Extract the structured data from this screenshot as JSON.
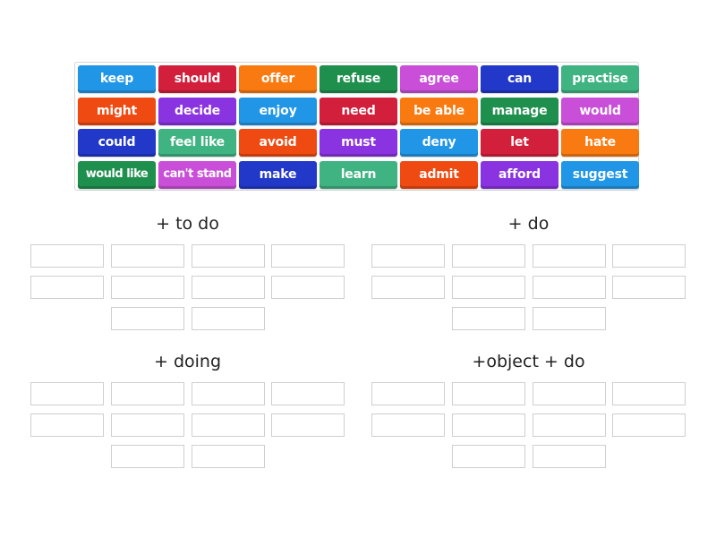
{
  "word_bank": {
    "tiles": [
      {
        "label": "keep",
        "color": "#2196e6"
      },
      {
        "label": "should",
        "color": "#d21f3c"
      },
      {
        "label": "offer",
        "color": "#f97a10"
      },
      {
        "label": "refuse",
        "color": "#1f8f4e"
      },
      {
        "label": "agree",
        "color": "#c94fd8"
      },
      {
        "label": "can",
        "color": "#2238c8"
      },
      {
        "label": "practise",
        "color": "#3fb382"
      },
      {
        "label": "might",
        "color": "#ef4a12"
      },
      {
        "label": "decide",
        "color": "#8a33e0"
      },
      {
        "label": "enjoy",
        "color": "#2196e6"
      },
      {
        "label": "need",
        "color": "#d21f3c"
      },
      {
        "label": "be able",
        "color": "#f97a10"
      },
      {
        "label": "manage",
        "color": "#1f8f4e"
      },
      {
        "label": "would",
        "color": "#c94fd8"
      },
      {
        "label": "could",
        "color": "#2238c8"
      },
      {
        "label": "feel like",
        "color": "#3fb382"
      },
      {
        "label": "avoid",
        "color": "#ef4a12"
      },
      {
        "label": "must",
        "color": "#8a33e0"
      },
      {
        "label": "deny",
        "color": "#2196e6"
      },
      {
        "label": "let",
        "color": "#d21f3c"
      },
      {
        "label": "hate",
        "color": "#f97a10"
      },
      {
        "label": "would like",
        "color": "#1f8f4e"
      },
      {
        "label": "can't stand",
        "color": "#c94fd8"
      },
      {
        "label": "make",
        "color": "#2238c8"
      },
      {
        "label": "learn",
        "color": "#3fb382"
      },
      {
        "label": "admit",
        "color": "#ef4a12"
      },
      {
        "label": "afford",
        "color": "#8a33e0"
      },
      {
        "label": "suggest",
        "color": "#2196e6"
      }
    ]
  },
  "groups": [
    {
      "title": "+ to do",
      "slots": 10
    },
    {
      "title": "+ do",
      "slots": 10
    },
    {
      "title": "+ doing",
      "slots": 10
    },
    {
      "title": "+object + do",
      "slots": 10
    }
  ]
}
